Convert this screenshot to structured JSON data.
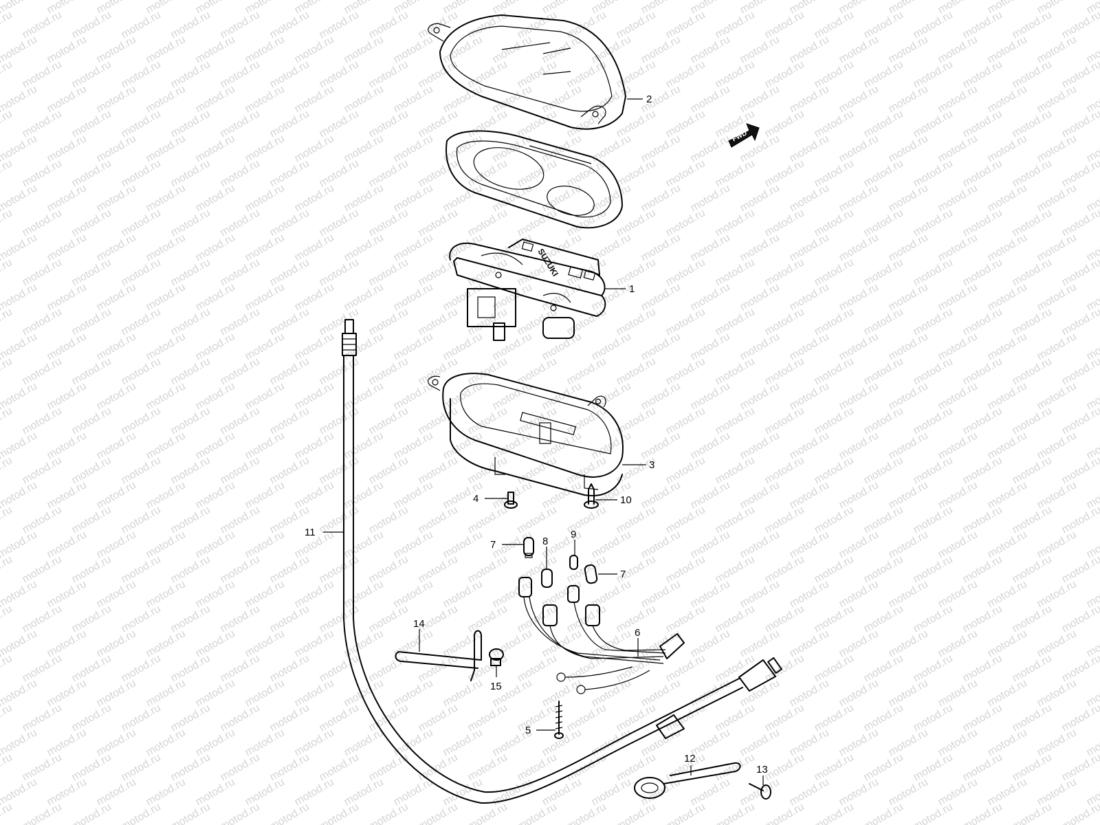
{
  "watermark": "motod.ru",
  "direction_label": "FWD",
  "brand_label": "SUZUKI",
  "callouts": [
    {
      "id": "1",
      "label": "1"
    },
    {
      "id": "2",
      "label": "2"
    },
    {
      "id": "3",
      "label": "3"
    },
    {
      "id": "4",
      "label": "4"
    },
    {
      "id": "5",
      "label": "5"
    },
    {
      "id": "6",
      "label": "6"
    },
    {
      "id": "7a",
      "label": "7"
    },
    {
      "id": "7b",
      "label": "7"
    },
    {
      "id": "8",
      "label": "8"
    },
    {
      "id": "9",
      "label": "9"
    },
    {
      "id": "10",
      "label": "10"
    },
    {
      "id": "11",
      "label": "11"
    },
    {
      "id": "12",
      "label": "12"
    },
    {
      "id": "13",
      "label": "13"
    },
    {
      "id": "14",
      "label": "14"
    },
    {
      "id": "15",
      "label": "15"
    }
  ]
}
